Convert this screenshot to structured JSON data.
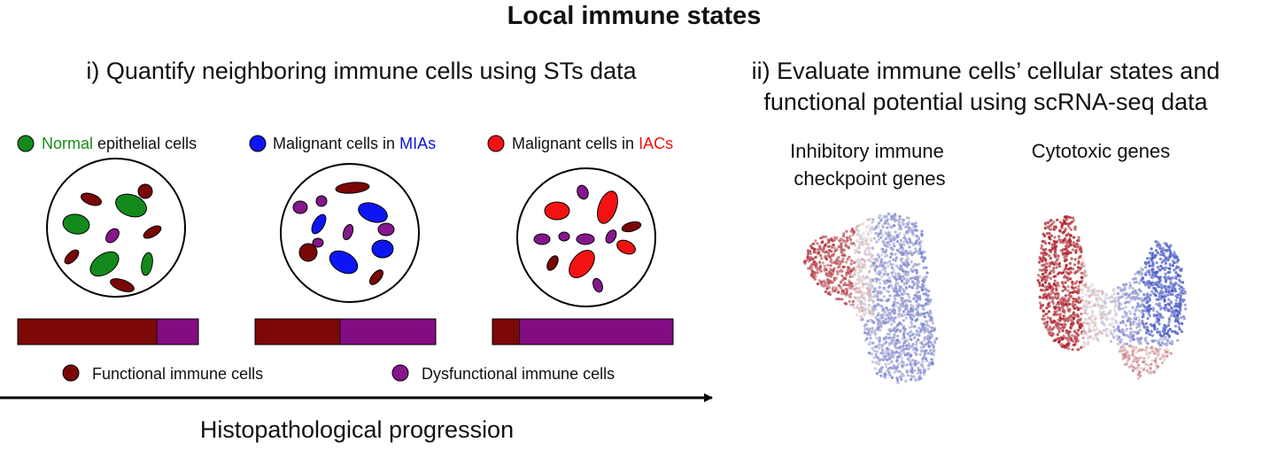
{
  "title": "Local immune states",
  "section_i": "i) Quantify neighboring immune cells using STs data",
  "section_ii_line1": "ii) Evaluate immune cells’ cellular states and",
  "section_ii_line2": "functional potential using scRNA-seq data",
  "legend_top": [
    {
      "accent": "Normal",
      "rest": " epithelial cells",
      "accent_color": "#1a8a1a",
      "dot_color": "#138a1b"
    },
    {
      "prefix": "Malignant cells in ",
      "accent": "MIAs",
      "accent_color": "#1010e0",
      "dot_color": "#0d16f2"
    },
    {
      "prefix": "Malignant cells in ",
      "accent": "IACs",
      "accent_color": "#ee1111",
      "dot_color": "#f21212"
    }
  ],
  "legend_bottom": [
    {
      "label": "Functional immune cells",
      "dot_color": "#7a0606"
    },
    {
      "label": "Dysfunctional immune cells",
      "dot_color": "#86168c"
    }
  ],
  "bars": [
    {
      "functional_fraction": 0.77
    },
    {
      "functional_fraction": 0.47
    },
    {
      "functional_fraction": 0.15
    }
  ],
  "colors": {
    "functional": "#7d0808",
    "dysfunctional": "#830c83",
    "umap_blue": "#7f9fe0",
    "umap_red": "#b8202a"
  },
  "progression_label": "Histopathological progression",
  "umap_titles": {
    "inhibitory_line1": "Inhibitory immune",
    "inhibitory_line2": "checkpoint genes",
    "cytotoxic": "Cytotoxic genes"
  }
}
